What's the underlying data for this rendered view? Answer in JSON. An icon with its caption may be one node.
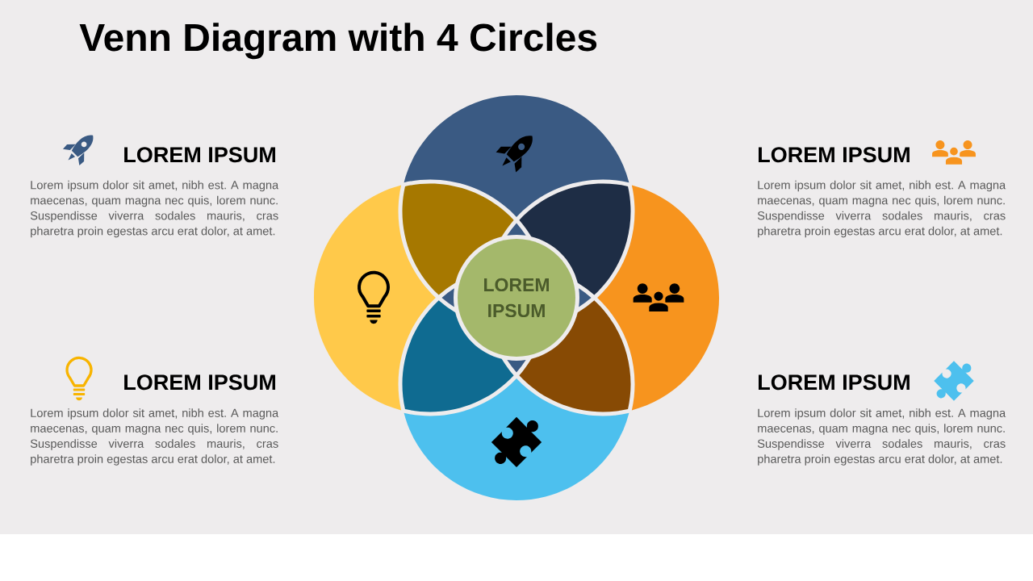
{
  "diagram": {
    "title": "Venn Diagram with 4 Circles",
    "nodes": [
      {
        "text": [],
        "shape": "circle"
      },
      {
        "text": [],
        "shape": "circle"
      },
      {
        "text": [],
        "shape": "lens"
      },
      {
        "text": [],
        "shape": "lens"
      },
      {
        "text": [],
        "shape": "circle"
      },
      {
        "text": [
          "LOREM IPSUM"
        ]
      },
      {
        "text": [],
        "shape": "lens"
      },
      {
        "text": [],
        "shape": "lens"
      },
      {
        "text": [],
        "shape": "circle"
      }
    ],
    "labels": [
      "LOREM IPSUM",
      "Lorem ipsum dolor sit amet, nibh est. A magna maecenas, quam magna nec quis, lorem nunc. Suspendisse viverra sodales mauris, cras pharetra proin egestas arcu erat dolor, at amet.",
      "LOREM IPSUM",
      "Lorem ipsum dolor sit amet, nibh est. A magna maecenas, quam magna nec quis, lorem nunc. Suspendisse viverra sodales mauris, cras pharetra proin egestas arcu erat dolor, at amet.",
      "LOREM IPSUM",
      "Lorem ipsum dolor sit amet, nibh est. A magna maecenas, quam magna nec quis, lorem nunc. Suspendisse viverra sodales mauris, cras pharetra proin egestas arcu erat dolor, at amet.",
      "LOREM IPSUM",
      "Lorem ipsum dolor sit amet, nibh est. A magna maecenas, quam magna nec quis, lorem nunc. Suspendisse viverra sodales mauris, cras pharetra proin egestas arcu erat dolor, at amet."
    ]
  }
}
